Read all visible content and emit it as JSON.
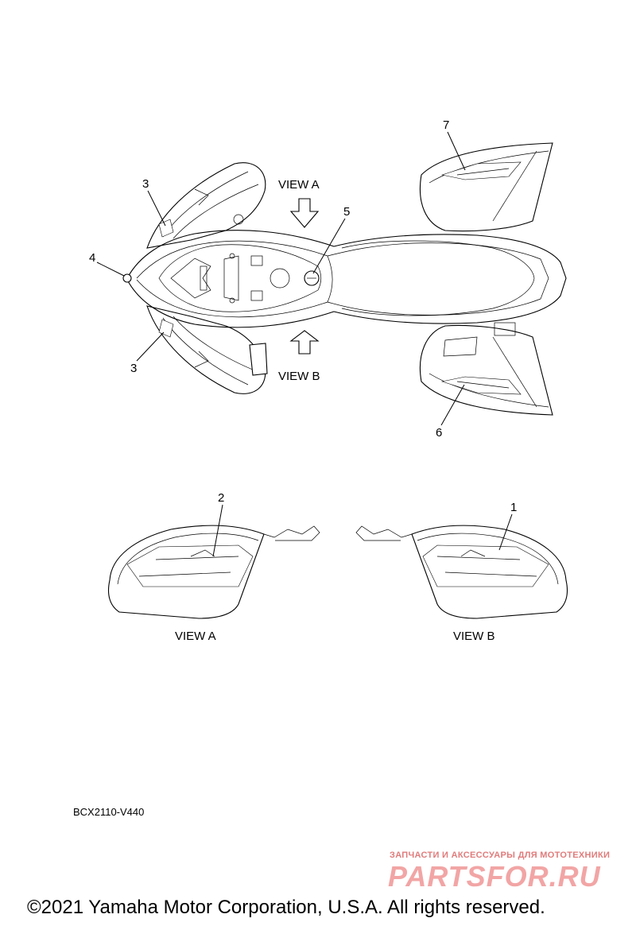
{
  "callouts": [
    {
      "id": "1",
      "label": "1"
    },
    {
      "id": "2",
      "label": "2"
    },
    {
      "id": "3a",
      "label": "3"
    },
    {
      "id": "3b",
      "label": "3"
    },
    {
      "id": "4",
      "label": "4"
    },
    {
      "id": "5",
      "label": "5"
    },
    {
      "id": "6",
      "label": "6"
    },
    {
      "id": "7",
      "label": "7"
    }
  ],
  "view_arrows": {
    "a": "VIEW A",
    "b": "VIEW B"
  },
  "views": {
    "a": "VIEW A",
    "b": "VIEW B"
  },
  "part_code": "BCX2110-V440",
  "watermark": {
    "subtitle": "ЗАПЧАСТИ И АКСЕССУАРЫ ДЛЯ МОТОТЕХНИКИ",
    "brand": "PARTSFOR.RU"
  },
  "copyright": "©2021 Yamaha Motor Corporation, U.S.A. All rights reserved."
}
